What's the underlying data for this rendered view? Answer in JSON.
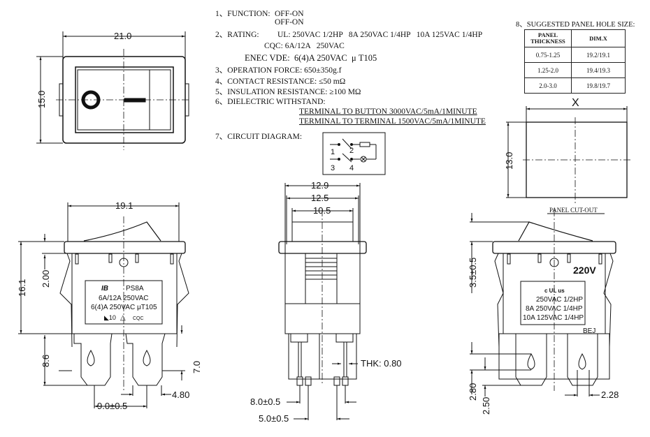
{
  "specs": {
    "function": {
      "label": "1、FUNCTION:",
      "values": [
        "OFF-ON",
        "OFF-ON"
      ]
    },
    "rating": {
      "label": "2、RATING:",
      "ul": "UL: 250VAC 1/2HP   8A 250VAC 1/4HP   10A 125VAC 1/4HP",
      "cqc": "CQC: 6A/12A   250VAC",
      "enec": "ENEC VDE:  6(4)A 250VAC  μ T105"
    },
    "operation_force": "3、OPERATION FORCE: 650±350g.f",
    "contact_resistance": "4、CONTACT RESISTANCE: ≤50 mΩ",
    "insulation_resistance": "5、INSULATION RESISTANCE: ≥100 MΩ",
    "dielectric": {
      "label": "6、DIELECTRIC WITHSTAND:",
      "lines": [
        "TERMINAL TO BUTTON 3000VAC/5mA/1MINUTE",
        "TERMINAL TO TERMINAL 1500VAC/5mA/1MINUTE"
      ]
    },
    "circuit_label": "7、CIRCUIT DIAGRAM:",
    "circuit_terminals": [
      "1",
      "2",
      "3",
      "4"
    ]
  },
  "panel_hole": {
    "title": "8、SUGGESTED PANEL HOLE SIZE:",
    "headers": [
      "PANEL THICKNESS",
      "DIM.X"
    ],
    "rows": [
      [
        "0.75-1.25",
        "19.2/19.1"
      ],
      [
        "1.25-2.0",
        "19.4/19.3"
      ],
      [
        "2.0-3.0",
        "19.8/19.7"
      ]
    ],
    "cutout_label": "PANEL CUT-OUT",
    "cutout_x": "X",
    "cutout_height": "13.0"
  },
  "top_view": {
    "width": "21.0",
    "height": "15.0"
  },
  "front_view": {
    "width": "19.1",
    "height": "16.1",
    "rocker": "2.00",
    "terminal_len": "8.6",
    "terminal_h": "7.0",
    "pitch": "9.0±0.5",
    "tab_width": "4.80",
    "label": {
      "model": "PS8A",
      "line1": "6A/12A 250VAC",
      "line2": "6(4)A 250VAC μT105",
      "cert": "CQC"
    }
  },
  "side_view": {
    "w1": "12.9",
    "w2": "12.5",
    "w3": "10.5",
    "thk": "THK: 0.80",
    "pin1": "8.0±0.5",
    "pin2": "5.0±0.5"
  },
  "right_view": {
    "travel": "3.5±0.5",
    "voltage": "220V",
    "label": {
      "mark": "c UL us",
      "line1": "250VAC 1/2HP",
      "line2": "8A 250VAC 1/4HP",
      "line3": "10A 125VAC 1/4HP"
    },
    "code": "BEJ",
    "d1": "2.80",
    "d2": "2.50",
    "d3": "2.28"
  }
}
